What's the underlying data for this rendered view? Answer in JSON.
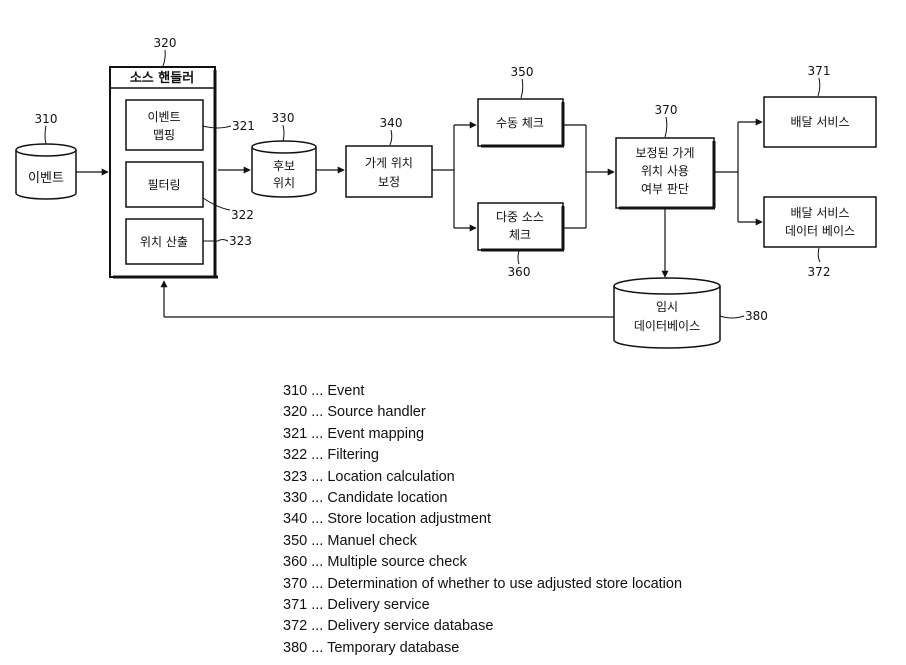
{
  "nodes": {
    "event": {
      "label": "이벤트",
      "ref": "310"
    },
    "source_handler": {
      "label": "소스 핸들러",
      "ref": "320"
    },
    "event_mapping": {
      "line1": "이벤트",
      "line2": "맵핑",
      "ref": "321"
    },
    "filtering": {
      "label": "필터링",
      "ref": "322"
    },
    "location_calc": {
      "label": "위치 산출",
      "ref": "323"
    },
    "candidate_location": {
      "line1": "후보",
      "line2": "위치",
      "ref": "330"
    },
    "store_adjust": {
      "line1": "가게 위치",
      "line2": "보정",
      "ref": "340"
    },
    "manual_check": {
      "label": "수동 체크",
      "ref": "350"
    },
    "multi_source_check": {
      "line1": "다중 소스",
      "line2": "체크",
      "ref": "360"
    },
    "decision": {
      "line1": "보정된 가게",
      "line2": "위치 사용",
      "line3": "여부 판단",
      "ref": "370"
    },
    "delivery_service": {
      "label": "배달 서비스",
      "ref": "371"
    },
    "delivery_db": {
      "line1": "배달 서비스",
      "line2": "데이터 베이스",
      "ref": "372"
    },
    "temp_db": {
      "line1": "임시",
      "line2": "데이터베이스",
      "ref": "380"
    }
  },
  "legend": [
    {
      "num": "310",
      "text": "Event"
    },
    {
      "num": "320",
      "text": "Source handler"
    },
    {
      "num": "321",
      "text": "Event mapping"
    },
    {
      "num": "322",
      "text": "Filtering"
    },
    {
      "num": "323",
      "text": "Location calculation"
    },
    {
      "num": "330",
      "text": "Candidate location"
    },
    {
      "num": "340",
      "text": "Store location adjustment"
    },
    {
      "num": "350",
      "text": "Manuel check"
    },
    {
      "num": "360",
      "text": "Multiple source check"
    },
    {
      "num": "370",
      "text": "Determination of whether to use adjusted store location"
    },
    {
      "num": "371",
      "text": "Delivery service"
    },
    {
      "num": "372",
      "text": "Delivery service database"
    },
    {
      "num": "380",
      "text": "Temporary database"
    }
  ]
}
